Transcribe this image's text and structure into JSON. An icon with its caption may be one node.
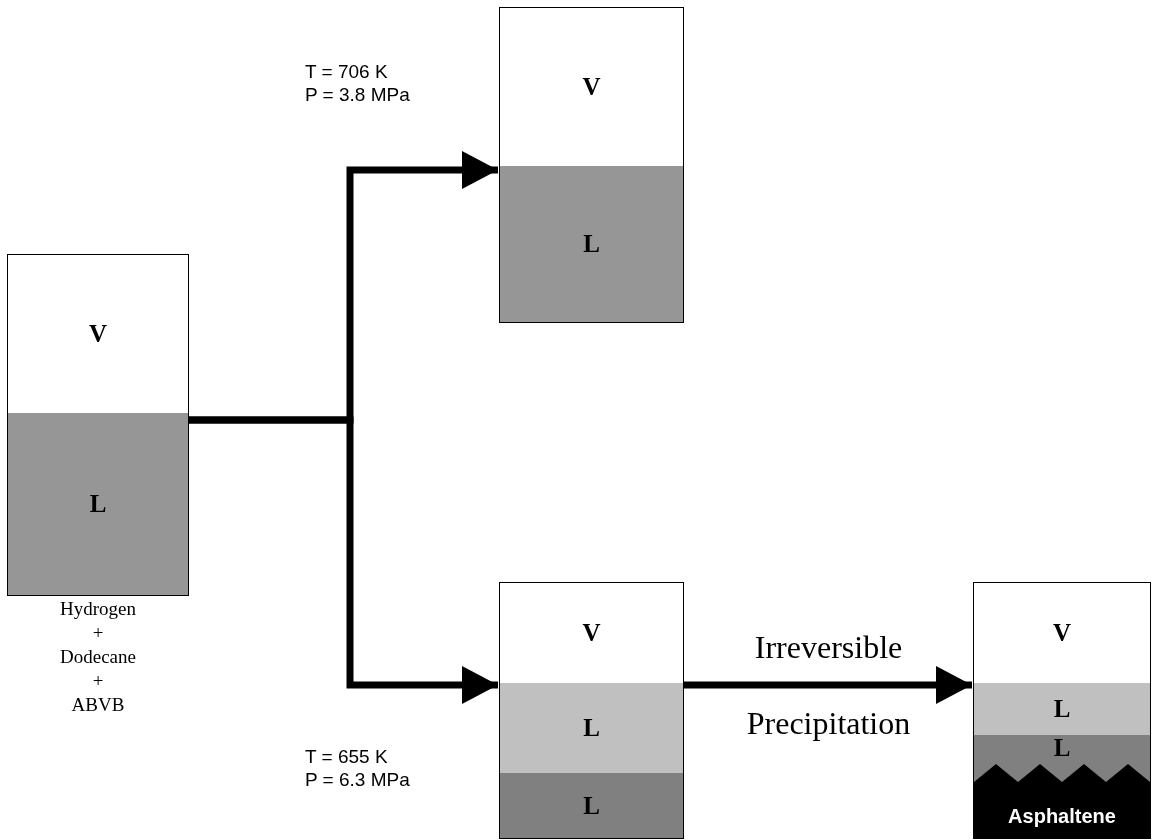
{
  "diagram": {
    "nodes": [
      {
        "text": [],
        "shape": "box",
        "beside": [
          "Hydrogen + Dodecane + ABVB"
        ]
      },
      {
        "text": [
          "V"
        ],
        "in": 0
      },
      {
        "text": [
          "L"
        ],
        "in": 0
      },
      {
        "text": [],
        "shape": "box",
        "beside": [
          "T = 706 K",
          "P = 3.8 MPa"
        ]
      },
      {
        "text": [
          "V"
        ],
        "in": 3
      },
      {
        "text": [
          "L"
        ],
        "in": 3
      },
      {
        "text": [],
        "shape": "box",
        "beside": [
          "T = 655 K",
          "P = 6.3 MPa"
        ]
      },
      {
        "text": [
          "V"
        ],
        "in": 6
      },
      {
        "text": [
          "L"
        ],
        "in": 6
      },
      {
        "text": [
          "L"
        ],
        "in": 6
      },
      {
        "text": [],
        "shape": "box"
      },
      {
        "text": [
          "V"
        ],
        "in": 10
      },
      {
        "text": [
          "L"
        ],
        "in": 10
      },
      {
        "text": [
          "L"
        ],
        "in": 10
      },
      {
        "text": [
          "Asphaltene"
        ],
        "in": 10
      }
    ],
    "edges": [
      {
        "from": 0,
        "to": 3,
        "arrow": "to"
      },
      {
        "from": 0,
        "to": 6,
        "arrow": "to"
      },
      {
        "from": 6,
        "to": 10,
        "arrow": "to",
        "label": "Irreversible Precipitation"
      }
    ]
  }
}
